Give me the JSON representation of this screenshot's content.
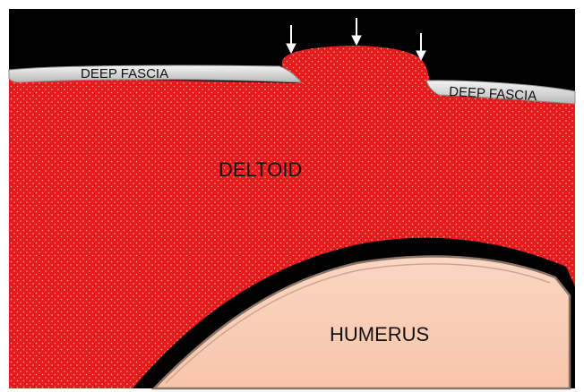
{
  "labels": {
    "fascia_left": "DEEP FASCIA",
    "fascia_right": "DEEP FASCIA",
    "muscle": "DELTOID",
    "bone": "HUMERUS"
  },
  "arrows": {
    "count": 3,
    "direction": "down"
  },
  "colors": {
    "background": "#000000",
    "muscle": "#e51b1b",
    "muscle_dots": "#ffd0d0",
    "fascia": "#d4d4d4",
    "fascia_highlight": "#f4f4f4",
    "bone": "#f7c5aa",
    "bone_outline": "#8a7468",
    "arrow": "#ffffff",
    "frame": "#ffffff"
  }
}
